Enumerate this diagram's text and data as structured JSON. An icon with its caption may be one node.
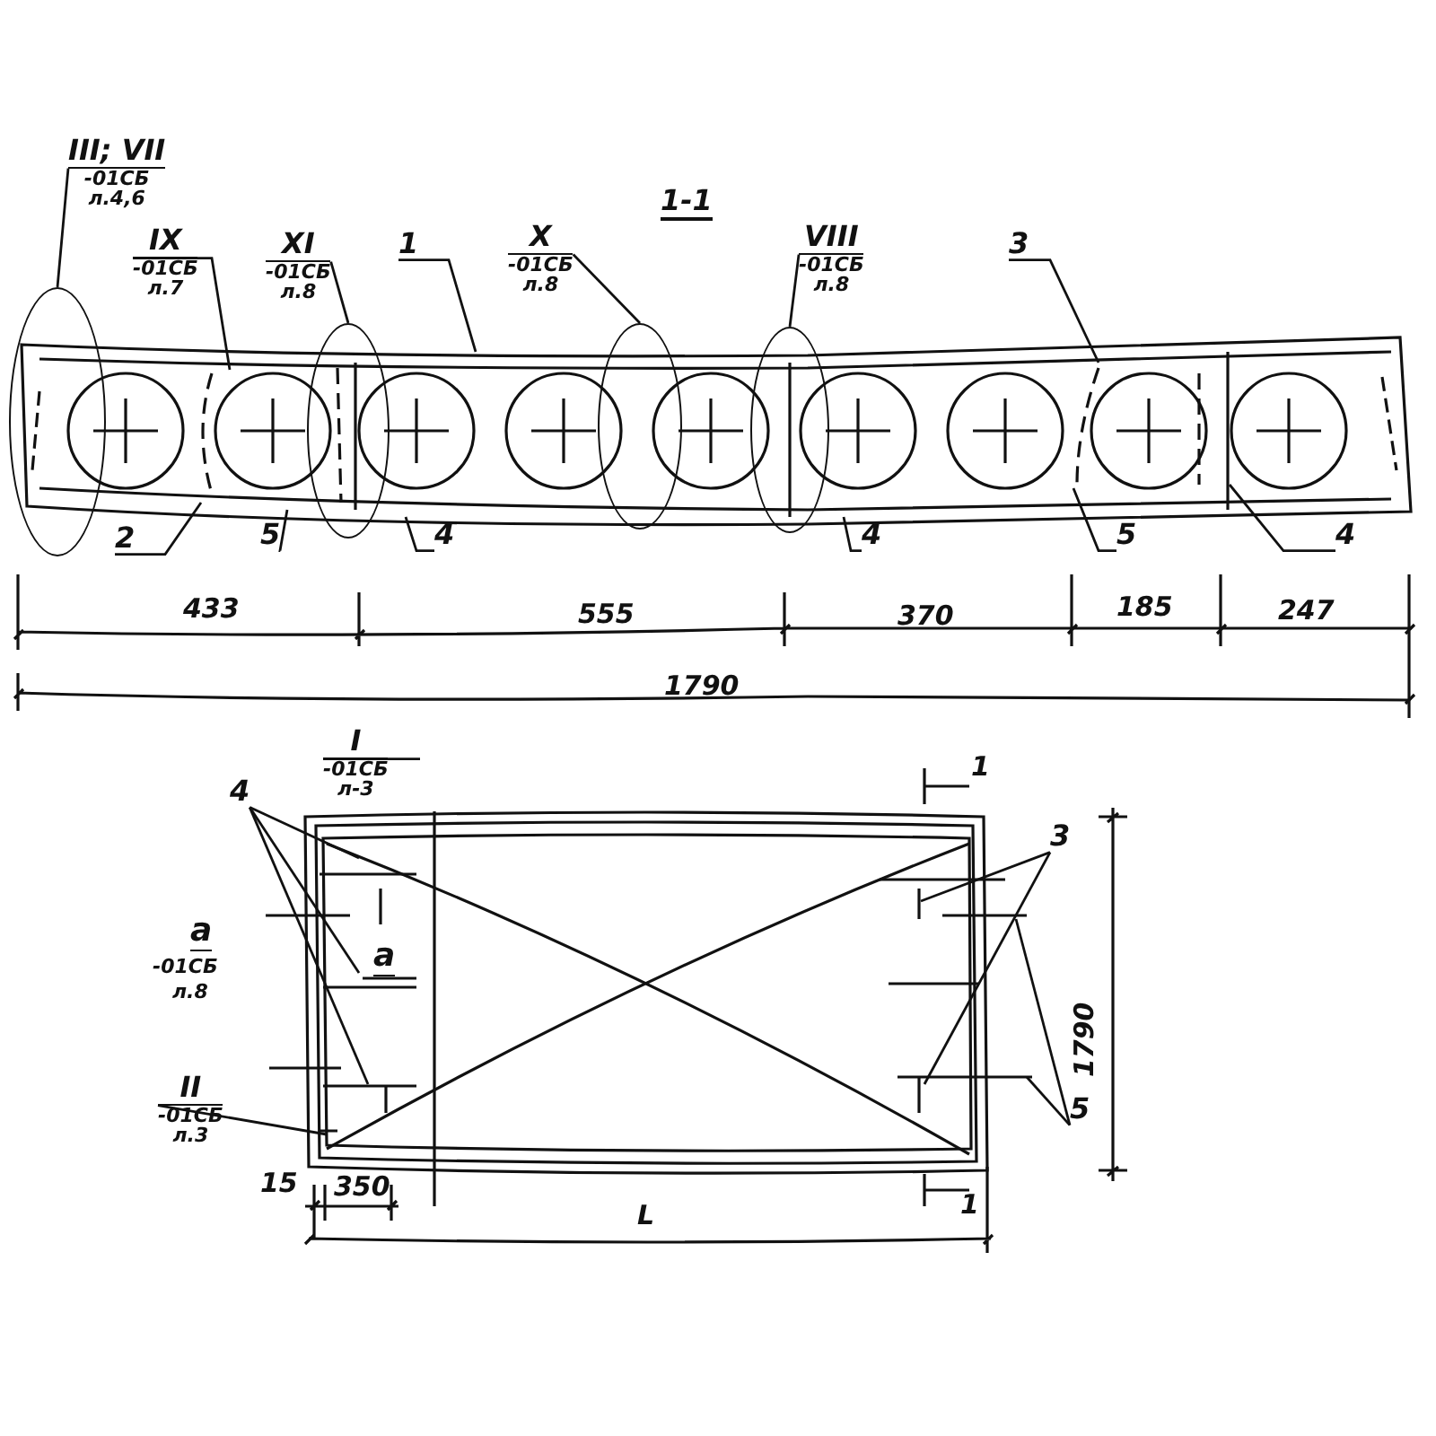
{
  "diagram": {
    "title": "1-1",
    "nodes": [
      {
        "text": [
          "III; VII",
          "-01СБ",
          "л.4,6"
        ]
      },
      {
        "text": [],
        "shape": "oval"
      },
      {
        "text": [
          "IX",
          "-01СБ",
          "л.7"
        ]
      },
      {
        "text": [
          "XI",
          "-01СБ",
          "л.8"
        ]
      },
      {
        "text": [],
        "shape": "oval"
      },
      {
        "text": [
          "1"
        ]
      },
      {
        "text": [
          "X",
          "-01СБ",
          "л.8"
        ]
      },
      {
        "text": [],
        "shape": "oval"
      },
      {
        "text": [
          "VIII",
          "-01СБ",
          "л.8"
        ]
      },
      {
        "text": [],
        "shape": "oval"
      },
      {
        "text": [
          "3"
        ]
      },
      {
        "text": [
          "2"
        ]
      },
      {
        "text": [
          "5"
        ]
      },
      {
        "text": [
          "4"
        ]
      },
      {
        "text": [
          "4"
        ]
      },
      {
        "text": [
          "5"
        ]
      },
      {
        "text": [
          "4"
        ]
      },
      {
        "text": [
          "I",
          "-01СБ",
          "л-3"
        ]
      },
      {
        "text": [
          "4"
        ]
      },
      {
        "text": [
          "II",
          "-01СБ",
          "л.3"
        ]
      },
      {
        "text": [
          "3"
        ]
      },
      {
        "text": [
          "5"
        ]
      }
    ],
    "edges": [
      {
        "from": 0,
        "to": 1,
        "arrow": "none"
      },
      {
        "from": 2,
        "to": null,
        "arrow": "none"
      },
      {
        "from": 3,
        "to": 4,
        "arrow": "none"
      },
      {
        "from": 5,
        "to": null,
        "arrow": "none"
      },
      {
        "from": 6,
        "to": 7,
        "arrow": "none"
      },
      {
        "from": 8,
        "to": 9,
        "arrow": "none"
      },
      {
        "from": 10,
        "to": null,
        "arrow": "none"
      },
      {
        "from": 11,
        "to": null,
        "arrow": "none"
      },
      {
        "from": 12,
        "to": null,
        "arrow": "none"
      },
      {
        "from": 13,
        "to": null,
        "arrow": "none"
      },
      {
        "from": 14,
        "to": null,
        "arrow": "none"
      },
      {
        "from": 15,
        "to": null,
        "arrow": "none"
      },
      {
        "from": 16,
        "to": null,
        "arrow": "none"
      },
      {
        "from": 17,
        "to": null,
        "arrow": "none"
      },
      {
        "from": 18,
        "to": null,
        "arrow": "none"
      },
      {
        "from": 18,
        "to": null,
        "arrow": "none"
      },
      {
        "from": 18,
        "to": null,
        "arrow": "none"
      },
      {
        "from": 19,
        "to": null,
        "arrow": "none"
      },
      {
        "from": 20,
        "to": null,
        "arrow": "none"
      },
      {
        "from": 20,
        "to": null,
        "arrow": "none"
      },
      {
        "from": 21,
        "to": null,
        "arrow": "none"
      },
      {
        "from": 21,
        "to": null,
        "arrow": "none"
      }
    ],
    "labels": [
      "433",
      "555",
      "370",
      "185",
      "247",
      "1790",
      "1",
      "a",
      "-01СБ",
      "л.8",
      "a",
      "1790",
      "15",
      "350",
      "1",
      "L"
    ]
  }
}
